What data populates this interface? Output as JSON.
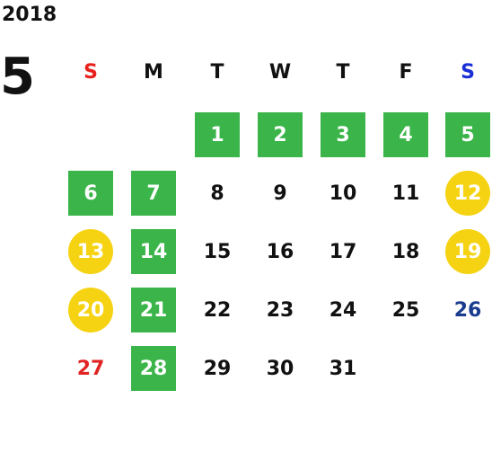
{
  "year": "2018",
  "month": "5",
  "weekdays": [
    {
      "label": "S",
      "color": "#e8211c"
    },
    {
      "label": "M",
      "color": "#111111"
    },
    {
      "label": "T",
      "color": "#111111"
    },
    {
      "label": "W",
      "color": "#111111"
    },
    {
      "label": "T",
      "color": "#111111"
    },
    {
      "label": "F",
      "color": "#111111"
    },
    {
      "label": "S",
      "color": "#1a2fd6"
    }
  ],
  "colors": {
    "green": "#3bb54a",
    "yellow": "#f5d312",
    "red": "#e02424",
    "blue": "#1a3c8f"
  },
  "days": [
    {
      "day": "1",
      "style": "green"
    },
    {
      "day": "2",
      "style": "green"
    },
    {
      "day": "3",
      "style": "green"
    },
    {
      "day": "4",
      "style": "green"
    },
    {
      "day": "5",
      "style": "green"
    },
    {
      "day": "6",
      "style": "green"
    },
    {
      "day": "7",
      "style": "green"
    },
    {
      "day": "8",
      "style": "plain"
    },
    {
      "day": "9",
      "style": "plain"
    },
    {
      "day": "10",
      "style": "plain"
    },
    {
      "day": "11",
      "style": "plain"
    },
    {
      "day": "12",
      "style": "circle"
    },
    {
      "day": "13",
      "style": "circle"
    },
    {
      "day": "14",
      "style": "green"
    },
    {
      "day": "15",
      "style": "plain"
    },
    {
      "day": "16",
      "style": "plain"
    },
    {
      "day": "17",
      "style": "plain"
    },
    {
      "day": "18",
      "style": "plain"
    },
    {
      "day": "19",
      "style": "circle"
    },
    {
      "day": "20",
      "style": "circle"
    },
    {
      "day": "21",
      "style": "green"
    },
    {
      "day": "22",
      "style": "plain"
    },
    {
      "day": "23",
      "style": "plain"
    },
    {
      "day": "24",
      "style": "plain"
    },
    {
      "day": "25",
      "style": "plain"
    },
    {
      "day": "26",
      "style": "blue"
    },
    {
      "day": "27",
      "style": "red"
    },
    {
      "day": "28",
      "style": "green"
    },
    {
      "day": "29",
      "style": "plain"
    },
    {
      "day": "30",
      "style": "plain"
    },
    {
      "day": "31",
      "style": "plain"
    }
  ],
  "first_weekday_index": 2
}
